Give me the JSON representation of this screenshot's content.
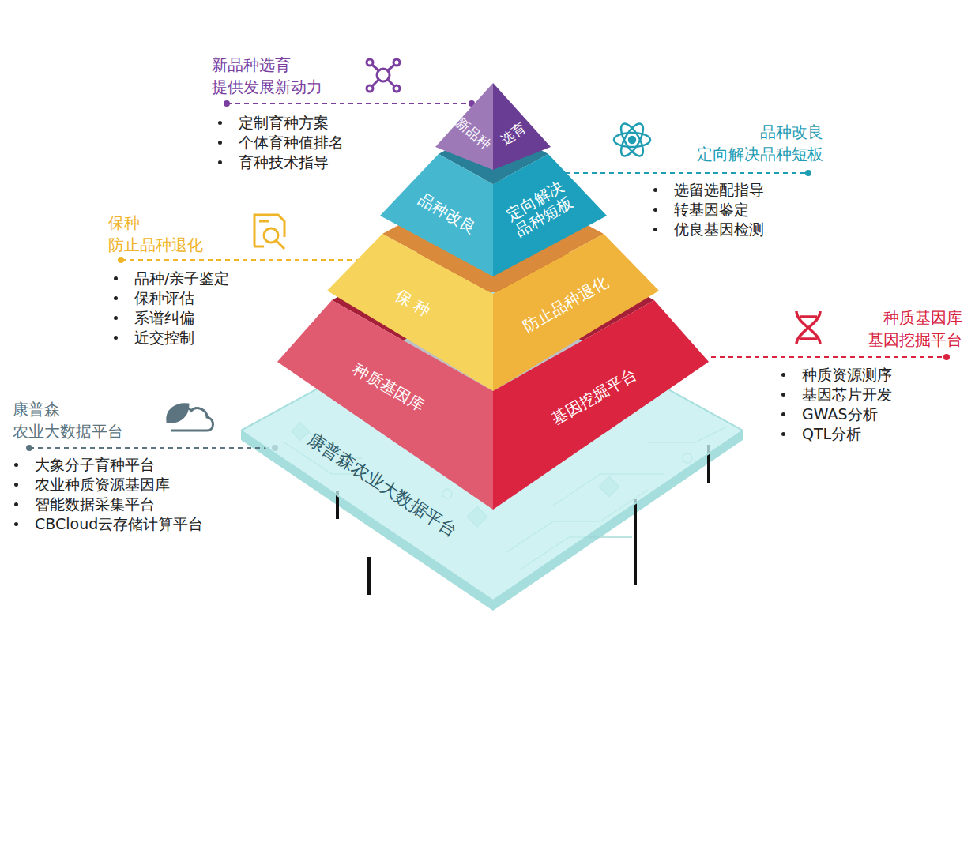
{
  "diagram": {
    "nodes": [
      {
        "text": [
          "新品种"
        ]
      },
      {
        "text": [
          "选育"
        ]
      },
      {
        "text": [
          "品种改良"
        ]
      },
      {
        "text": [
          "定向解决 品种短板"
        ]
      },
      {
        "text": [
          "保 种"
        ]
      },
      {
        "text": [
          "防止品种退化"
        ]
      },
      {
        "text": [
          "种质基因库"
        ]
      },
      {
        "text": [
          "基因挖掘平台"
        ]
      },
      {
        "text": [
          "康普森农业大数据平台"
        ]
      }
    ],
    "edges": [],
    "labels": [
      "新品种选育 提供发展新动力",
      "定制育种方案",
      "个体育种值排名",
      "育种技术指导",
      "品种改良 定向解决品种短板",
      "选留选配指导",
      "转基因鉴定",
      "优良基因检测",
      "保种 防止品种退化",
      "品种/亲子鉴定",
      "保种评估",
      "系谱纠偏",
      "近交控制",
      "种质基因库 基因挖掘平台",
      "种质资源测序",
      "基因芯片开发",
      "GWAS分析",
      "QTL分析",
      "康普森 农业大数据平台",
      "大象分子育种平台",
      "农业种质资源基因库",
      "智能数据采集平台",
      "CBCloud云存储计算平台"
    ]
  }
}
